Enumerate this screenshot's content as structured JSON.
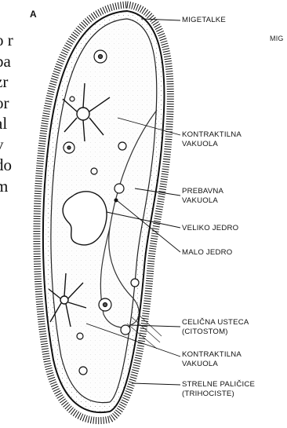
{
  "background_text_lines": [
    "o r",
    "pa",
    "zr",
    "or",
    "al",
    "v",
    "do",
    "m"
  ],
  "panel_letter": "A",
  "cut_label": "MIG",
  "labels": [
    {
      "lines": [
        "MIGETALKE"
      ]
    },
    {
      "lines": [
        "KONTRAKTILNA",
        "VAKUOLA"
      ]
    },
    {
      "lines": [
        "PREBAVNA",
        "VAKUOLA"
      ]
    },
    {
      "lines": [
        "VELIKO JEDRO"
      ]
    },
    {
      "lines": [
        "MALO JEDRO"
      ]
    },
    {
      "lines": [
        "CELIČNA USTECA",
        "(CITOSTOM)"
      ]
    },
    {
      "lines": [
        "KONTRAKTILNA",
        "VAKUOLA"
      ]
    },
    {
      "lines": [
        "STRELNE PALIČICE",
        "(TRIHOCISTE)"
      ]
    }
  ]
}
